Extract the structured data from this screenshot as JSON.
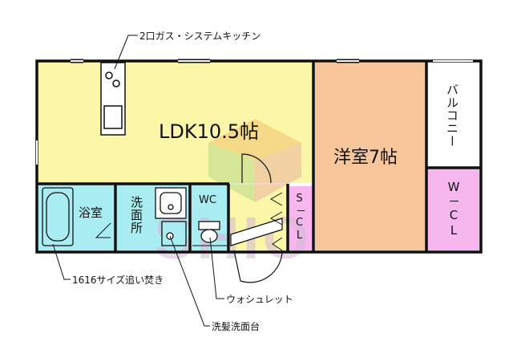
{
  "rooms": {
    "ldk": "LDK10.5帖",
    "western": "洋室7帖",
    "balcony": "バルコニー",
    "wcl": "W－CL",
    "bath": "浴室",
    "washroom": "洗面所",
    "wc": "WC",
    "scl": "S－CL"
  },
  "callouts": {
    "kitchen": "2口ガス・システムキッチン",
    "bathtub": "1616サイズ追い焚き",
    "toilet": "ウォシュレット",
    "vanity": "洗髪洗面台"
  },
  "watermark": "SHIO",
  "colors": {
    "ldk": "#fbf6a8",
    "western": "#f7c79b",
    "bath": "#a9ecf2",
    "closet": "#f6b7ef",
    "wall": "#111111"
  }
}
